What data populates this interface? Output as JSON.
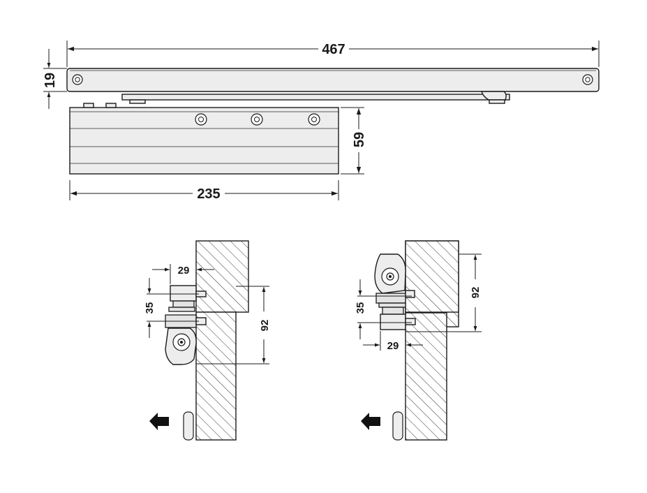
{
  "top_view": {
    "dims": {
      "overall_length": "467",
      "rail_height": "19",
      "body_height": "59",
      "body_length": "235"
    }
  },
  "left_detail": {
    "dims": {
      "offset": "29",
      "spacing": "35",
      "height": "92"
    },
    "direction_icon": "arrow-left-icon"
  },
  "right_detail": {
    "dims": {
      "offset": "29",
      "spacing": "35",
      "height": "92"
    },
    "direction_icon": "arrow-left-icon"
  },
  "colors": {
    "line": "#1a1a1a",
    "part_fill": "#ededed",
    "arrow": "#111111"
  }
}
